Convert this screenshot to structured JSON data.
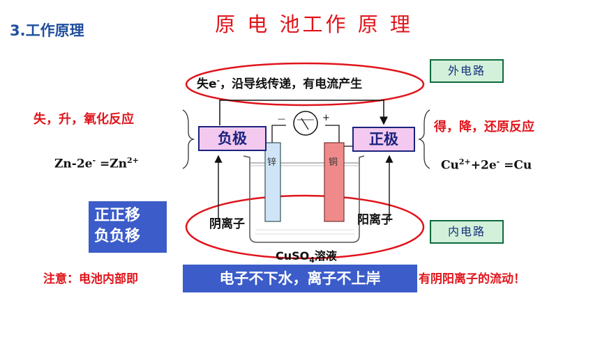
{
  "section_title": "3.工作原理",
  "main_title": "原 电 池工作 原 理",
  "external_tag": "外电路",
  "internal_tag": "内电路",
  "electron_flow": {
    "prefix": "失e",
    "sup": "-",
    "suffix": "，沿导线传递，有电流产生"
  },
  "negative": {
    "label": "负极",
    "reaction_text": "失，升，氧化反应",
    "equation": {
      "a": "Zn-2e",
      "a_sup": "-",
      "b": " =Zn",
      "b_sup": "2+"
    }
  },
  "positive": {
    "label": "正极",
    "reaction_text": "得，降，还原反应",
    "equation": {
      "a": "Cu",
      "a_sup": "2+",
      "b": "+2e",
      "b_sup": "-",
      "c": " =Cu"
    }
  },
  "zinc_label": "锌",
  "copper_label": "铜",
  "meter_minus": "—",
  "meter_plus": "+",
  "anion_label": "阴离子",
  "cation_label": "阳离子",
  "solution": {
    "a": "CuSO",
    "sub": "4",
    "b": "溶液"
  },
  "mnemonic": {
    "line1": "正正移",
    "line2": "负负移"
  },
  "note_left": "注意：电池内部即",
  "note_right": "有阴阳离子的流动！",
  "slogan": "电子不下水，离子不上岸",
  "colors": {
    "red": "#e0141b",
    "blue_box": "#3b5cc9",
    "pink": "#f3c9ef",
    "green_tag": "#d3f0da"
  }
}
